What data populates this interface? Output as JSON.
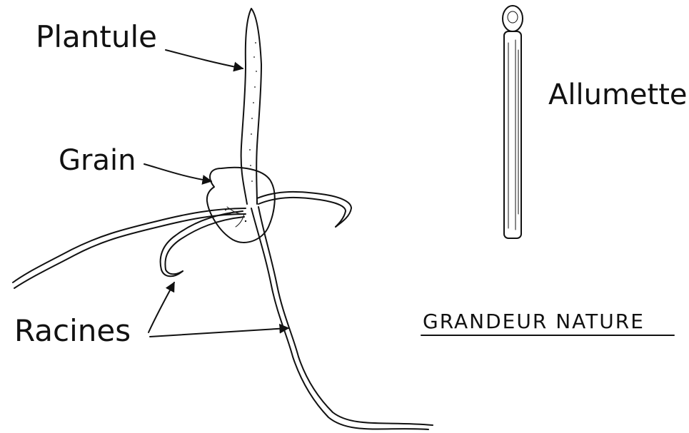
{
  "labels": {
    "plantule": "Plantule",
    "grain": "Grain",
    "racines": "Racines",
    "allumette": "Allumette",
    "scale_note": "GRANDEUR NATURE"
  }
}
